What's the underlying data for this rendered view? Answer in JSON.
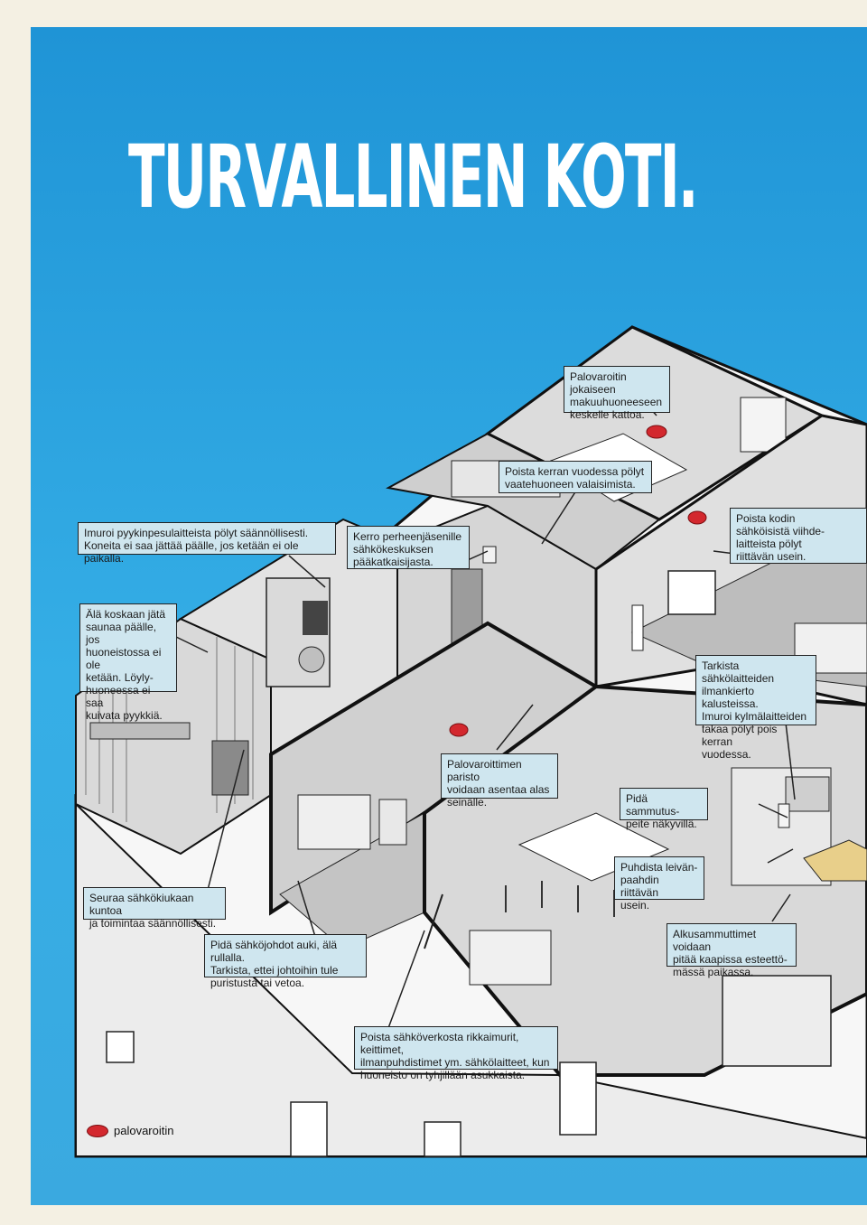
{
  "title": "TURVALLINEN KOTI.",
  "legend": {
    "label": "palovaroitin",
    "icon": "smoke-detector-icon",
    "color": "#d3282e"
  },
  "colors": {
    "background_blue": "#2aa3e0",
    "callout_fill": "#cfe6ef",
    "detector_red": "#d3282e"
  },
  "callouts": {
    "bedroom_detector": "Palovaroitin jokaiseen\nmakuuhuoneeseen\nkeskelle kattoa.",
    "wardrobe_lights": "Poista kerran vuodessa pölyt\nvaatehuoneen valaisimista.",
    "laundry_machines": "Imuroi pyykinpesulaitteista pölyt säännöllisesti.\nKoneita ei saa jättää päälle, jos ketään ei ole paikalla.",
    "fuse_box": "Kerro perheenjäsenille\nsähkökeskuksen\npääkatkaisijasta.",
    "home_electronics": "Poista kodin\nsähköisistä viihde-\nlaitteista pölyt\nriittävän usein.",
    "sauna": "Älä koskaan jätä\nsaunaa päälle, jos\nhuoneistossa ei ole\nketään. Löyly-\nhuoneessa ei saa\nkuivata pyykkiä.",
    "appliance_airflow": "Tarkista sähkölaitteiden\nilmankierto kalusteissa.\nImuroi kylmälaitteiden\ntakaa pölyt pois kerran\nvuodessa.",
    "detector_battery": "Palovaroittimen paristo\nvoidaan asentaa alas\nseinälle.",
    "extinguisher": "Pidä sammutus-\npeite näkyvillä.",
    "toaster": "Puhdista leivän-\npaahdin riittävän\nusein.",
    "fuse_check": "Seuraa sähkökiukaan kuntoa\nja toimintaa säännöllisesti.",
    "cords": "Pidä sähköjohdot auki, älä rullalla.\nTarkista, ettei johtoihin tule\npuristusta tai vetoa.",
    "fire_blanket": "Alkusammuttimet voidaan\npitää kaapissa esteettö-\nmässä paikassa.",
    "empty_home": "Poista sähköverkosta rikkaimurit, keittimet,\nilmanpuhdistimet ym. sähkölaitteet, kun\nhuoneisto on tyhjillään asukkaista."
  }
}
